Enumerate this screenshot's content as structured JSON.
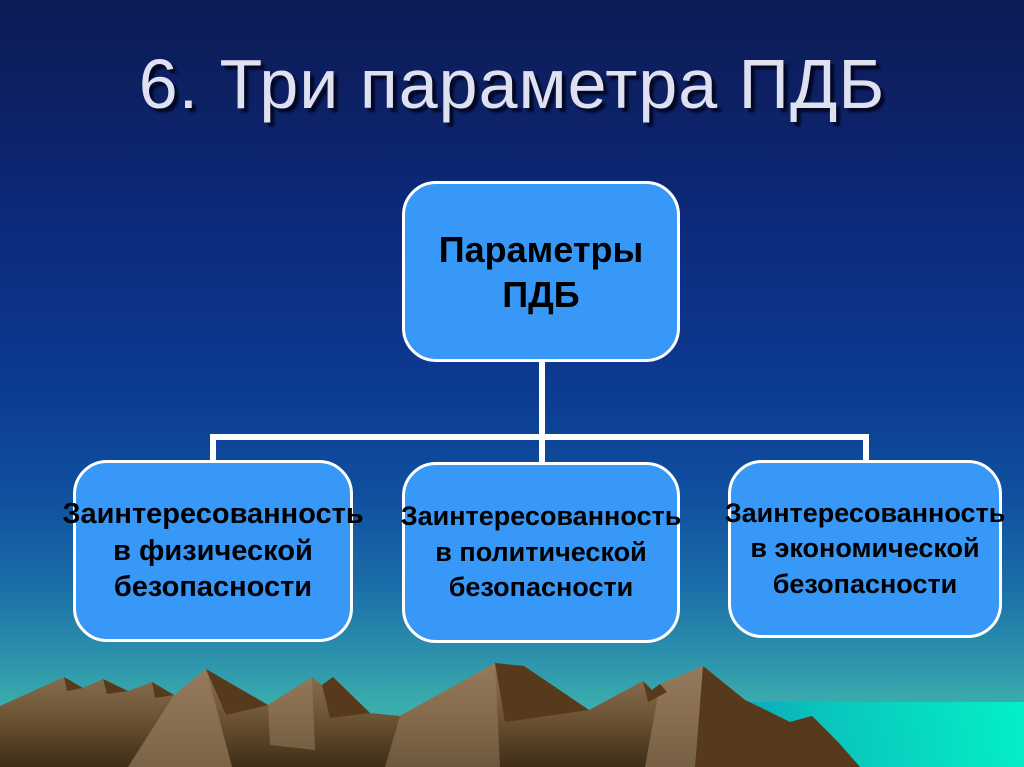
{
  "slide": {
    "title": "6. Три параметра ПДБ"
  },
  "diagram": {
    "type": "org-chart",
    "root": {
      "label": "Параметры\nПДБ"
    },
    "children": [
      {
        "label": "Заинтересованность\nв физической\nбезопасности"
      },
      {
        "label": "Заинтересованность\nв политической\nбезопасности"
      },
      {
        "label": "Заинтересованность\nв экономической\nбезопасности"
      }
    ]
  },
  "colors": {
    "node_fill": "#3798f7",
    "node_border": "#ffffff",
    "node_text": "#000000",
    "connector": "#ffffff",
    "title_text": "#dfe1f0",
    "sky_top": "#0d1b55",
    "sky_bottom_teal": "#35b0a6",
    "sea_bright": "#03f0c8",
    "sea_deep": "#0d85b5",
    "mountain_light": "#91775a",
    "mountain_shadow": "#563a1b"
  }
}
